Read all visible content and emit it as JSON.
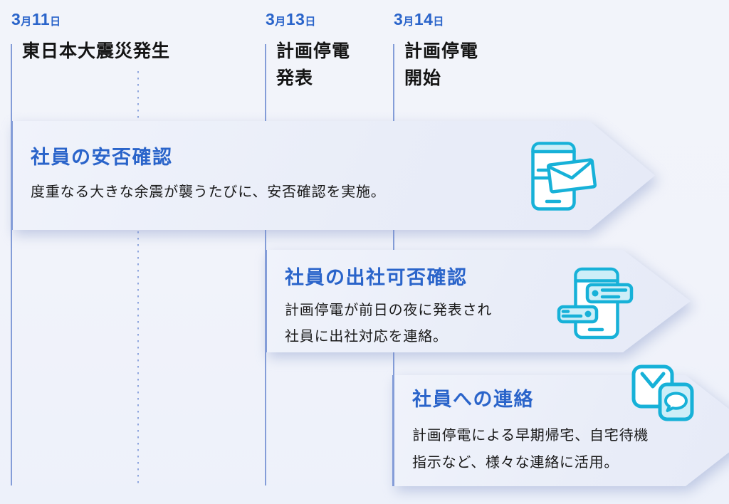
{
  "palette": {
    "accent_blue": "#2a64ca",
    "cyan": "#17b1d8",
    "cyan_fill": "#cdeef8",
    "line_blue": "#849dd8",
    "band_bg": "#e9edf8",
    "page_bg": "#f2f4fa",
    "text_dark": "#141414"
  },
  "columns": [
    {
      "date": "3月11日",
      "label_lines": [
        "東日本大震災発生"
      ]
    },
    {
      "date": "3月13日",
      "label_lines": [
        "計画停電",
        "発表"
      ]
    },
    {
      "date": "3月14日",
      "label_lines": [
        "計画停電",
        "開始"
      ]
    }
  ],
  "bands": [
    {
      "title": "社員の安否確認",
      "desc_lines": [
        "度重なる大きな余震が襲うたびに、安否確認を実施。"
      ],
      "icon": "phone-mail-icon"
    },
    {
      "title": "社員の出社可否確認",
      "desc_lines": [
        "計画停電が前日の夜に発表され",
        "社員に出社対応を連絡。"
      ],
      "icon": "phone-notifications-icon"
    },
    {
      "title": "社員への連絡",
      "desc_lines": [
        "計画停電による早期帰宅、自宅待機",
        "指示など、様々な連絡に活用。"
      ],
      "icon": "mail-chat-icon"
    }
  ]
}
